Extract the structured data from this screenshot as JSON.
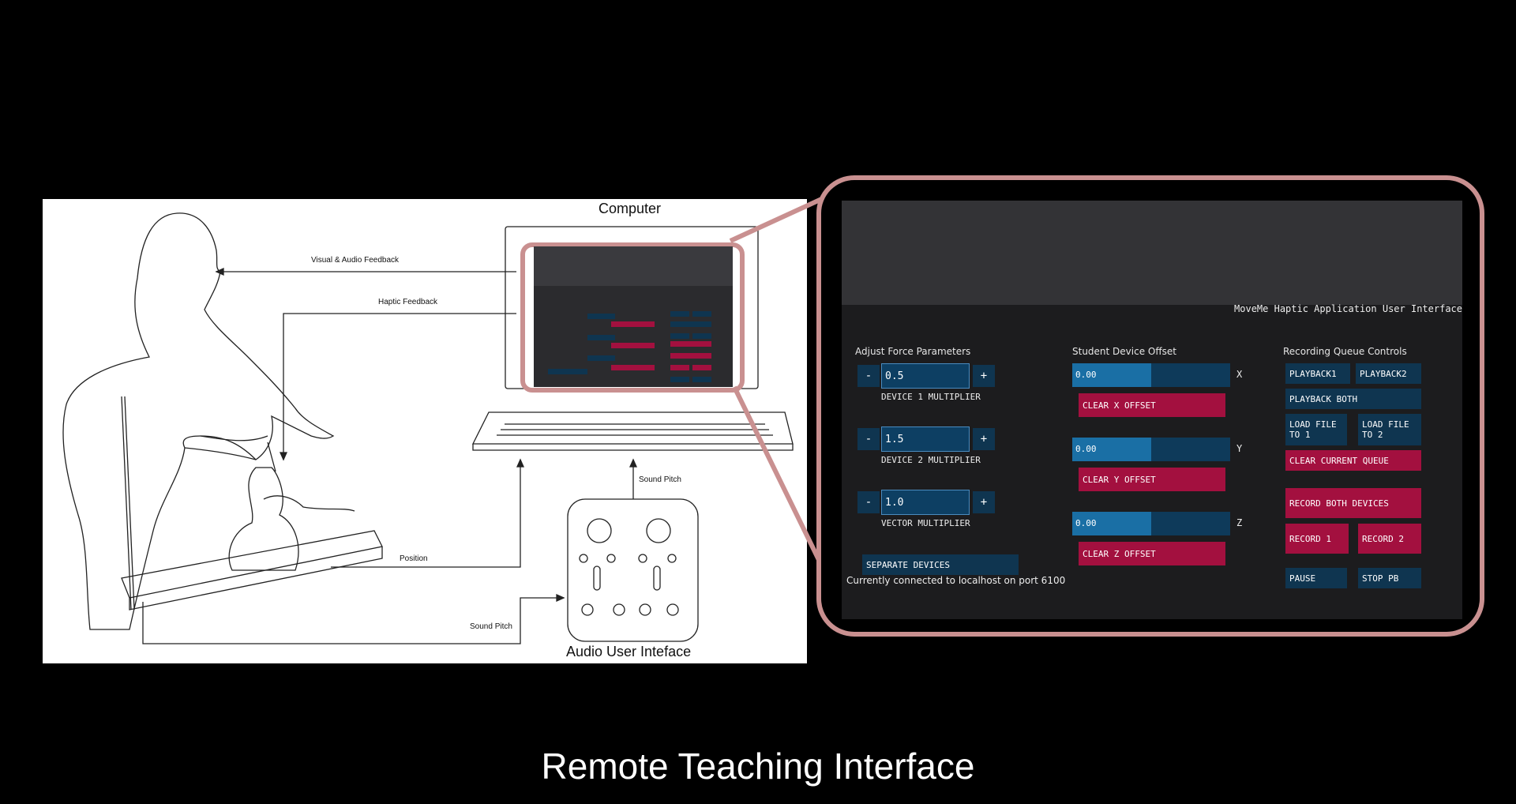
{
  "diagram": {
    "computer_title": "Computer",
    "audio_title": "Audio User Inteface",
    "arrow_labels": {
      "visual_audio": "Visual & Audio Feedback",
      "haptic": "Haptic Feedback",
      "position": "Position",
      "sound_pitch_top": "Sound Pitch",
      "sound_pitch_bottom": "Sound Pitch"
    }
  },
  "app": {
    "title": "MoveMe Haptic Application User Interface",
    "force": {
      "heading": "Adjust Force Parameters",
      "minus_label": "-",
      "plus_label": "+",
      "params": [
        {
          "value": "0.5",
          "label": "DEVICE 1 MULTIPLIER"
        },
        {
          "value": "1.5",
          "label": "DEVICE 2 MULTIPLIER"
        },
        {
          "value": "1.0",
          "label": "VECTOR MULTIPLIER"
        }
      ],
      "separate_label": "SEPARATE DEVICES"
    },
    "offset": {
      "heading": "Student Device Offset",
      "axes": [
        {
          "value": "0.00",
          "fill": 0.5,
          "axis": "X",
          "clear_label": "CLEAR X OFFSET"
        },
        {
          "value": "0.00",
          "fill": 0.5,
          "axis": "Y",
          "clear_label": "CLEAR Y OFFSET"
        },
        {
          "value": "0.00",
          "fill": 0.5,
          "axis": "Z",
          "clear_label": "CLEAR Z OFFSET"
        }
      ]
    },
    "queue": {
      "heading": "Recording Queue Controls",
      "playback1": "PLAYBACK1",
      "playback2": "PLAYBACK2",
      "playback_both": "PLAYBACK BOTH",
      "load1": "LOAD FILE TO 1",
      "load2": "LOAD FILE TO 2",
      "clear_queue": "CLEAR CURRENT QUEUE",
      "record_both": "RECORD BOTH DEVICES",
      "record1": "RECORD 1",
      "record2": "RECORD 2",
      "pause": "PAUSE",
      "stop": "STOP PB"
    },
    "status": "Currently connected to localhost on port 6100"
  },
  "caption": "Remote Teaching Interface",
  "colors": {
    "frame": "#c99090",
    "navy": "#0f3550",
    "red": "#a3103f",
    "slider_fill": "#1a6fa5"
  }
}
